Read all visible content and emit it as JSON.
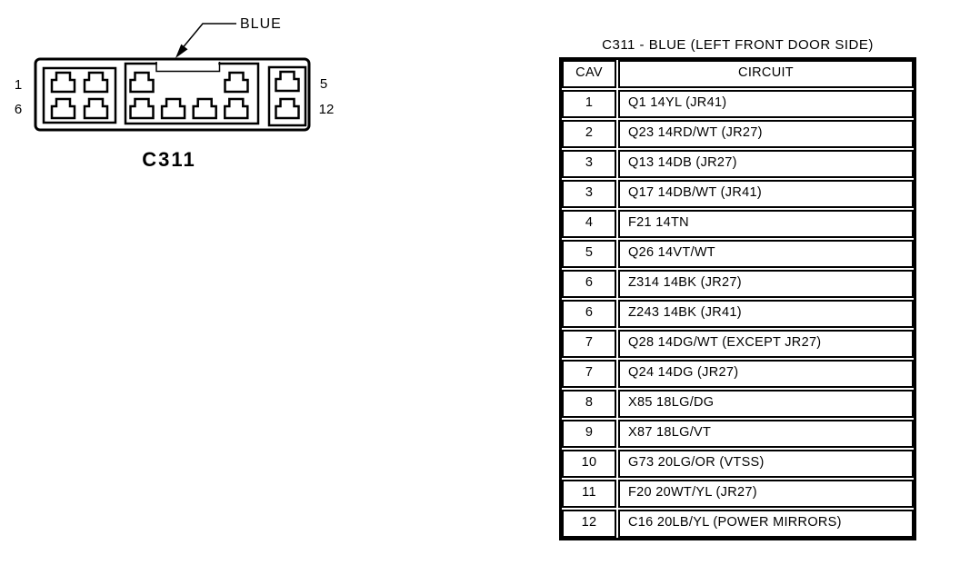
{
  "diagram": {
    "connector_label": "C311",
    "color_callout": "BLUE",
    "pin_labels": {
      "top_left": "1",
      "bottom_left": "6",
      "top_right": "5",
      "bottom_right": "12"
    }
  },
  "table": {
    "title": "C311 - BLUE (LEFT FRONT DOOR SIDE)",
    "headers": {
      "cav": "CAV",
      "circuit": "CIRCUIT"
    },
    "rows": [
      {
        "cav": "1",
        "circuit": "Q1 14YL (JR41)"
      },
      {
        "cav": "2",
        "circuit": "Q23 14RD/WT (JR27)"
      },
      {
        "cav": "3",
        "circuit": "Q13 14DB (JR27)"
      },
      {
        "cav": "3",
        "circuit": "Q17 14DB/WT (JR41)"
      },
      {
        "cav": "4",
        "circuit": "F21 14TN"
      },
      {
        "cav": "5",
        "circuit": "Q26 14VT/WT"
      },
      {
        "cav": "6",
        "circuit": "Z314 14BK (JR27)"
      },
      {
        "cav": "6",
        "circuit": "Z243 14BK (JR41)"
      },
      {
        "cav": "7",
        "circuit": "Q28 14DG/WT (EXCEPT JR27)"
      },
      {
        "cav": "7",
        "circuit": "Q24 14DG (JR27)"
      },
      {
        "cav": "8",
        "circuit": "X85 18LG/DG"
      },
      {
        "cav": "9",
        "circuit": "X87 18LG/VT"
      },
      {
        "cav": "10",
        "circuit": "G73 20LG/OR (VTSS)"
      },
      {
        "cav": "11",
        "circuit": "F20 20WT/YL (JR27)"
      },
      {
        "cav": "12",
        "circuit": "C16 20LB/YL (POWER MIRRORS)"
      }
    ]
  },
  "colors": {
    "ink": "#000000",
    "background": "#ffffff"
  }
}
